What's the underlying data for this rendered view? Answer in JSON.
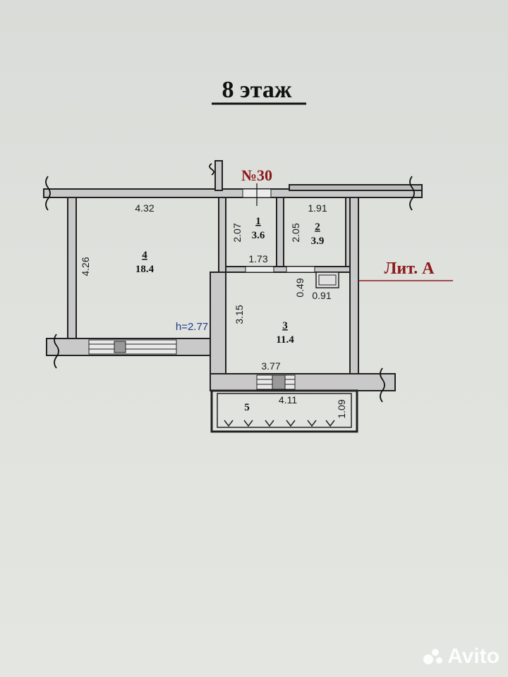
{
  "title": "8 этаж",
  "apartment_number": "№30",
  "building_label": "Лит. А",
  "height_label": "h=2.77",
  "rooms": [
    {
      "number": "1",
      "area": "3.6"
    },
    {
      "number": "2",
      "area": "3.9"
    },
    {
      "number": "3",
      "area": "11.4"
    },
    {
      "number": "4",
      "area": "18.4"
    },
    {
      "number": "5"
    }
  ],
  "dimensions": {
    "room4_width": "4.32",
    "room4_height": "4.26",
    "room1_height": "2.07",
    "room1_width": "1.73",
    "room2_width": "1.91",
    "room2_height": "2.05",
    "room3_height": "3.15",
    "room3_width": "3.77",
    "duct_width": "0.91",
    "duct_height": "0.49",
    "balcony_width": "4.11",
    "balcony_depth": "1.09"
  },
  "watermark": "Avito",
  "colors": {
    "wall_fill": "#c9c9c9",
    "wall_stroke": "#222222",
    "accent_red": "#8b1a1a",
    "height_blue": "#1f3a8a"
  }
}
